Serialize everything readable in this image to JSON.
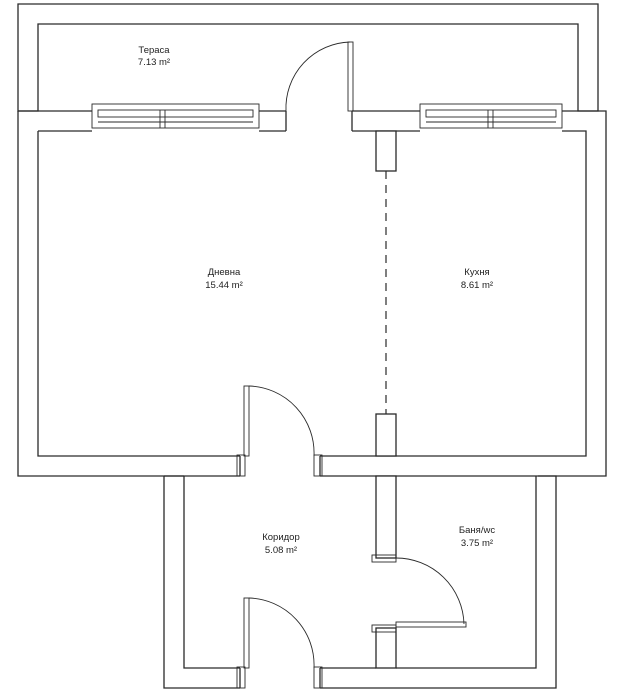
{
  "rooms": {
    "terrace": {
      "name": "Тераса",
      "area": "7.13 m²"
    },
    "living": {
      "name": "Дневна",
      "area": "15.44 m²"
    },
    "kitchen": {
      "name": "Кухня",
      "area": "8.61 m²"
    },
    "corridor": {
      "name": "Коридор",
      "area": "5.08 m²"
    },
    "bathroom": {
      "name": "Баня/wc",
      "area": "3.75 m²"
    }
  }
}
